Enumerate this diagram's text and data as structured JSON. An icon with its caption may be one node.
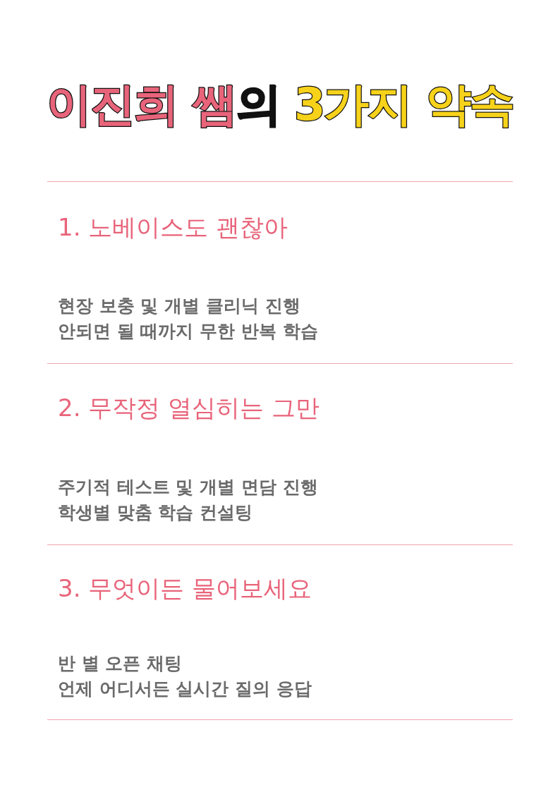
{
  "diagram": {
    "title": "이진희 쌤의 3가지 약속",
    "labels": [
      "1. 노베이스도 괜찮아",
      "현장 보충 및 개별 클리닉 진행",
      "안되면 될 때까지 무한 반복 학습",
      "2. 무작정 열심히는 그만",
      "주기적 테스트 및 개별 면담 진행",
      "학생별 맞춤 학습 컨설팅",
      "3. 무엇이든 물어보세요",
      "반 별 오픈 채팅",
      "언제 어디서든 실시간 질의 응답"
    ]
  }
}
